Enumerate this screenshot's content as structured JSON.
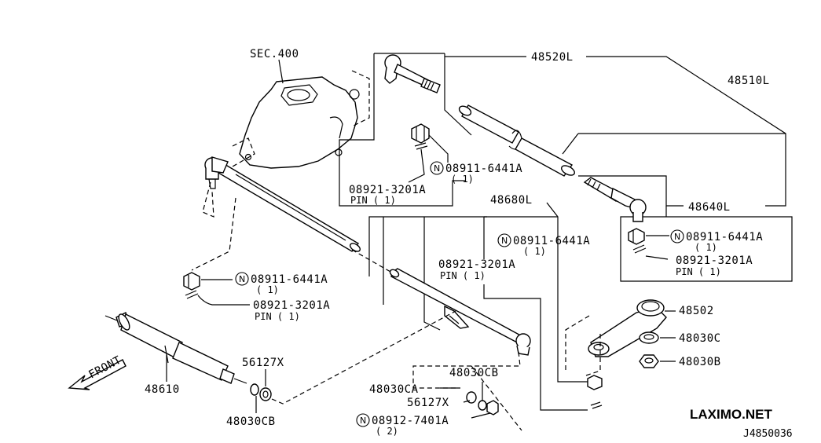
{
  "labels": {
    "sec400": "SEC.400",
    "p48520l": "48520L",
    "p48510l": "48510L",
    "p48640l": "48640L",
    "p48680l": "48680L",
    "p48502": "48502",
    "p48030c": "48030C",
    "p48030b": "48030B",
    "p48610": "48610",
    "p56127x_a": "56127X",
    "p48030cb_a": "48030CB",
    "p48030cb_b": "48030CB",
    "p48030ca": "48030CA",
    "p56127x_b": "56127X",
    "front": "FRONT"
  },
  "callouts": {
    "nut_top": {
      "part": "08911-6441A",
      "qty": "( 1)"
    },
    "pin_top": {
      "part": "08921-3201A",
      "qty": "PIN ( 1)"
    },
    "nut_right": {
      "part": "08911-6441A",
      "qty": "( 1)"
    },
    "pin_right": {
      "part": "08921-3201A",
      "qty": "PIN ( 1)"
    },
    "nut_mid": {
      "part": "08911-6441A",
      "qty": "( 1)"
    },
    "pin_mid": {
      "part": "08921-3201A",
      "qty": "PIN ( 1)"
    },
    "nut_left": {
      "part": "08911-6441A",
      "qty": "( 1)"
    },
    "pin_left": {
      "part": "08921-3201A",
      "qty": "PIN ( 1)"
    },
    "nut_bottom": {
      "part": "08912-7401A",
      "qty": "( 2)"
    }
  },
  "n_symbol": "N",
  "brand": "LAXIMO.NET",
  "diagram_code": "J4850036"
}
